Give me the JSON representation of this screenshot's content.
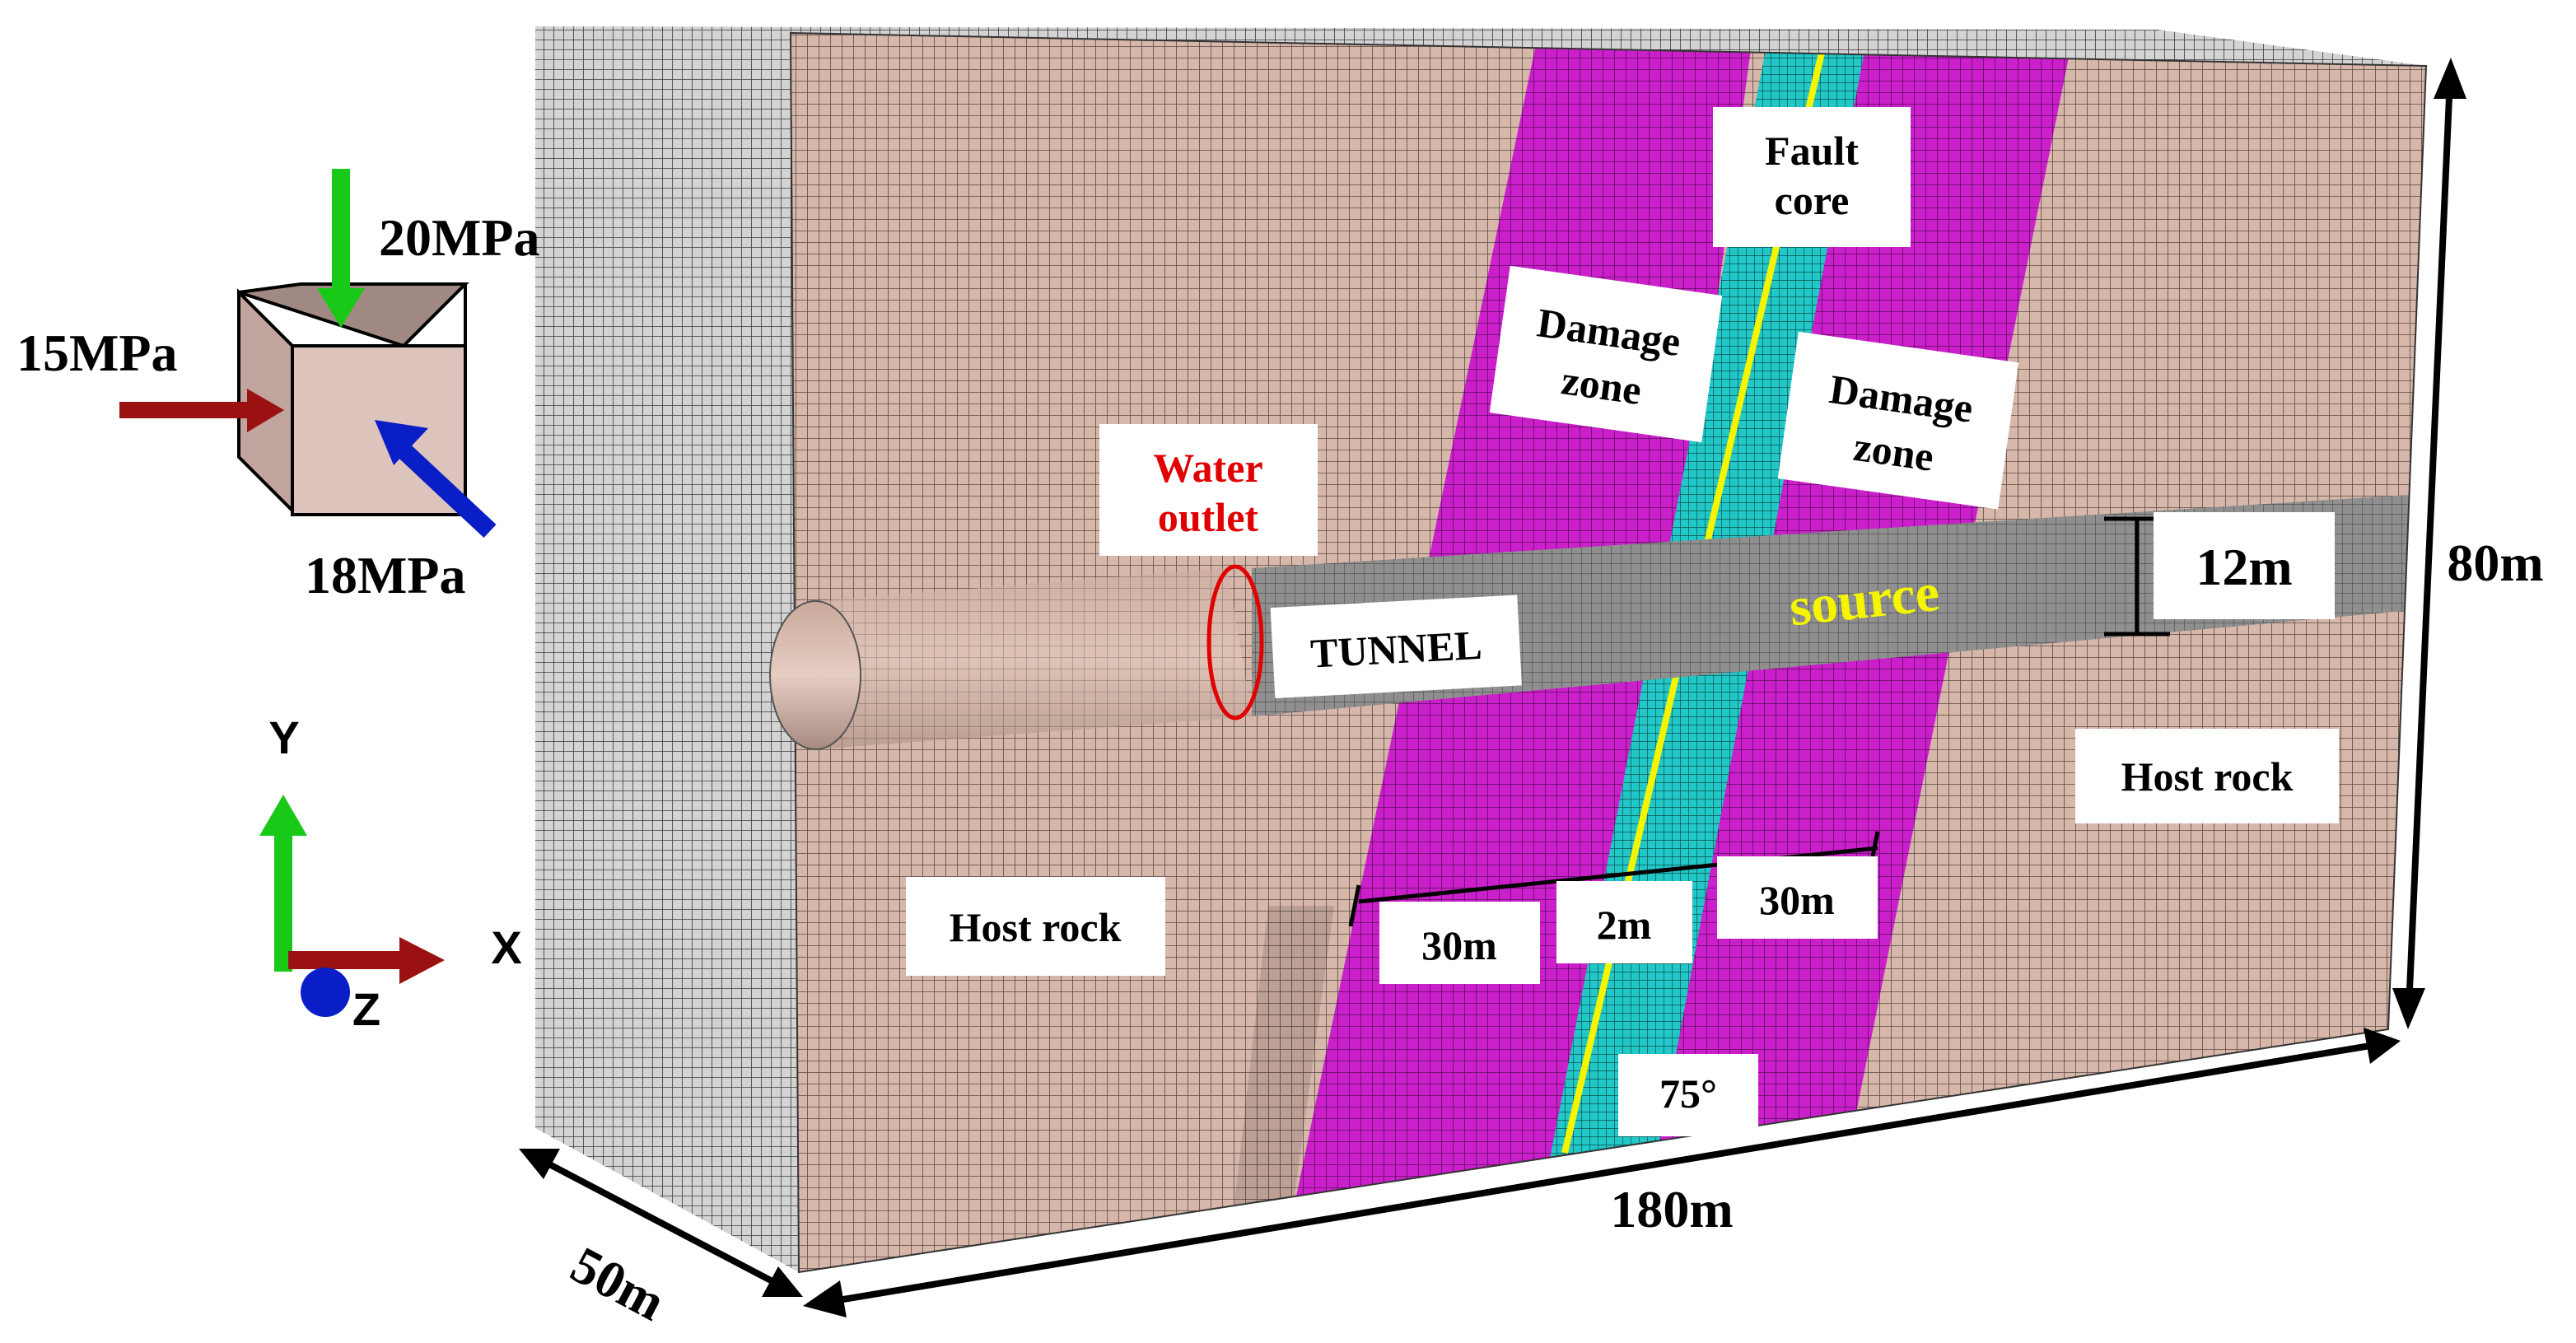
{
  "labels": {
    "fault_core_line1": "Fault",
    "fault_core_line2": "core",
    "damage_left_line1": "Damage",
    "damage_left_line2": "zone",
    "damage_right_line1": "Damage",
    "damage_right_line2": "zone",
    "water_line1": "Water",
    "water_line2": "outlet",
    "tunnel": "TUNNEL",
    "source": "source",
    "host_rock_left": "Host rock",
    "host_rock_right": "Host rock",
    "width_left": "30m",
    "width_core": "2m",
    "width_right": "30m",
    "angle": "75°",
    "tunnel_diameter": "12m",
    "height": "80m",
    "length": "180m",
    "depth": "50m"
  },
  "stress": {
    "vertical": "20MPa",
    "horizontal_x": "15MPa",
    "horizontal_z": "18MPa"
  },
  "axes": {
    "y": "Y",
    "x": "X",
    "z": "Z"
  },
  "colors": {
    "host_rock": "#d6b7aa",
    "damage_zone": "#cc1fcc",
    "fault_core": "#22c7c7",
    "fault_plane": "#f5f500",
    "tunnel": "#8f8f8f",
    "source_text": "#f5f500",
    "water_outlet": "#e00000",
    "arrow_vertical": "#18c918",
    "arrow_x": "#9b1111",
    "arrow_z": "#0a1ec8"
  }
}
